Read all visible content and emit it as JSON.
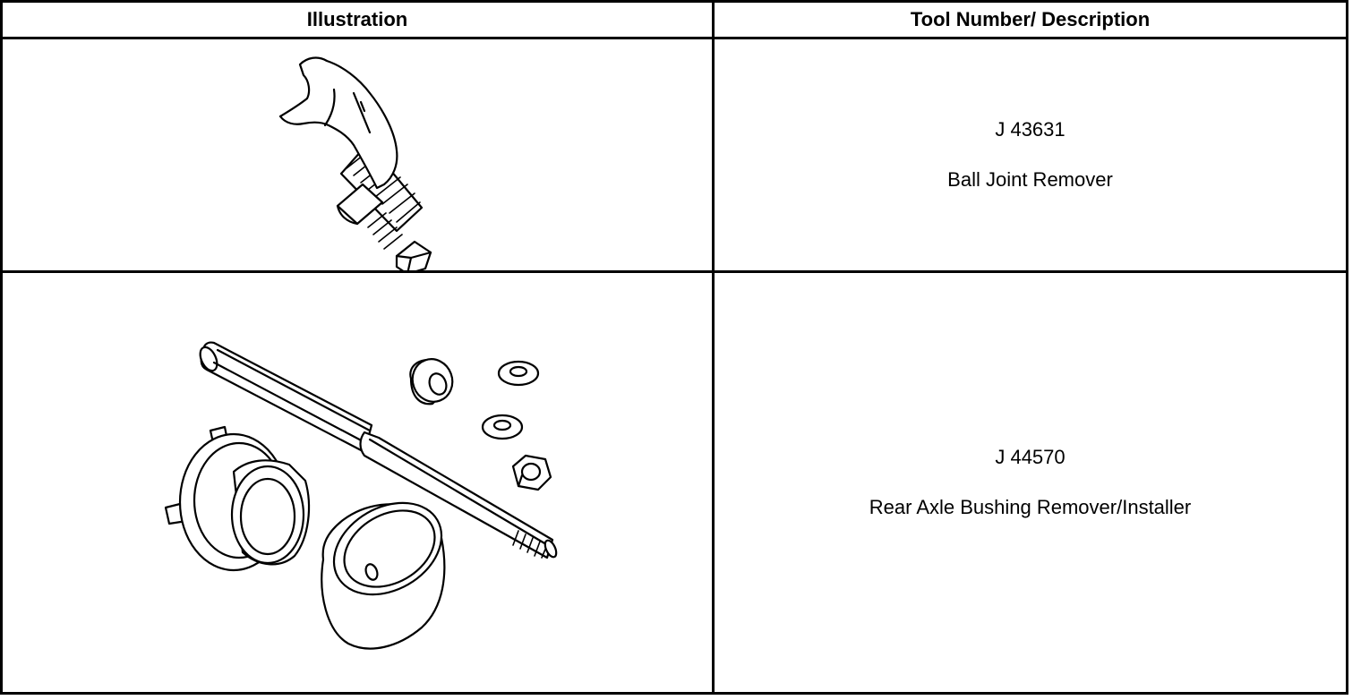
{
  "table": {
    "headers": {
      "illustration": "Illustration",
      "tool": "Tool Number/ Description"
    },
    "rows": [
      {
        "tool_number": "J 43631",
        "description": "Ball Joint Remover",
        "illustration_icon": "ball-joint-remover-icon"
      },
      {
        "tool_number": "J 44570",
        "description": "Rear Axle Bushing Remover/Installer",
        "illustration_icon": "bushing-remover-installer-icon"
      }
    ]
  }
}
